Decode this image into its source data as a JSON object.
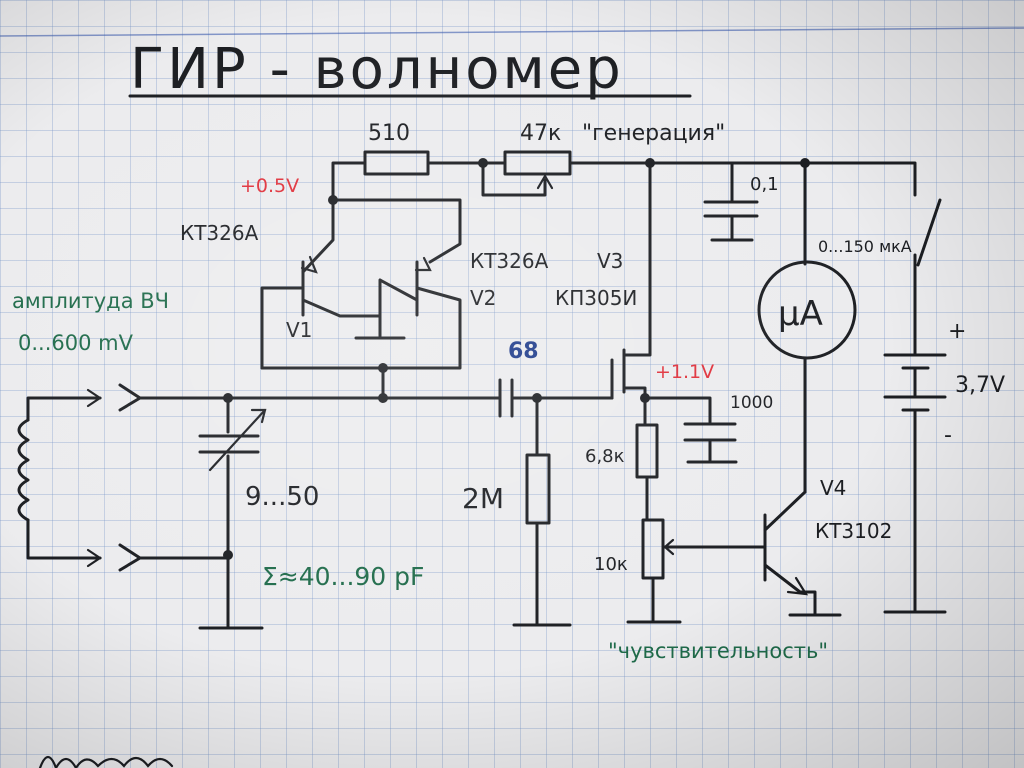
{
  "title": "ГИР - волномер",
  "labels": {
    "r_510": "510",
    "r_47k": "47к",
    "generation": "\"генерация\"",
    "volt_05": "+0.5V",
    "kt326a_left": "КТ326А",
    "kt326a_right": "КТ326А",
    "v3": "V3",
    "kp305i": "КП305И",
    "v1": "V1",
    "v2": "V2",
    "amplitude": "амплитуда ВЧ",
    "amplitude_range": "0...600 mV",
    "cap_68": "68",
    "volt_11": "+1.1V",
    "cap_01": "0,1",
    "meter_range": "0...150 мкА",
    "meter_symbol": "µA",
    "battery_plus": "+",
    "battery_minus": "-",
    "battery_voltage": "3,7V",
    "cap_1000": "1000",
    "r_6_8k": "6,8к",
    "r_2m": "2M",
    "var_cap": "9...50",
    "r_10k": "10к",
    "v4": "V4",
    "kt3102": "КТ3102",
    "sum_capacitance": "Σ≈40...90 pF",
    "sensitivity": "\"чувствительность\""
  },
  "colors": {
    "ink": "#1c1e22",
    "green_ink": "#1f6b4a",
    "red_ink": "#e0303a",
    "blue_ink": "#1d3a8a",
    "paper": "#ececee",
    "grid": "#98aed0"
  }
}
